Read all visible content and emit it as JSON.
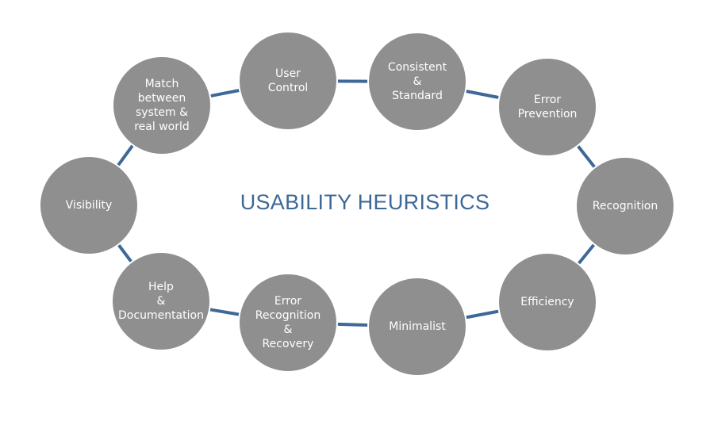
{
  "title": "USABILITY HEURISTICS",
  "colors": {
    "circle": "#8f8f8f",
    "circle_text": "#ffffff",
    "connector": "#3d6897",
    "title": "#3d6897"
  },
  "heuristics": [
    {
      "label": "User\nControl"
    },
    {
      "label": "Consistent\n&\nStandard"
    },
    {
      "label": "Error\nPrevention"
    },
    {
      "label": "Recognition"
    },
    {
      "label": "Efficiency"
    },
    {
      "label": "Minimalist"
    },
    {
      "label": "Error\nRecognition\n&\nRecovery"
    },
    {
      "label": "Help\n&\nDocumentation"
    },
    {
      "label": "Visibility"
    },
    {
      "label": "Match\nbetween\nsystem &\nreal world"
    }
  ]
}
